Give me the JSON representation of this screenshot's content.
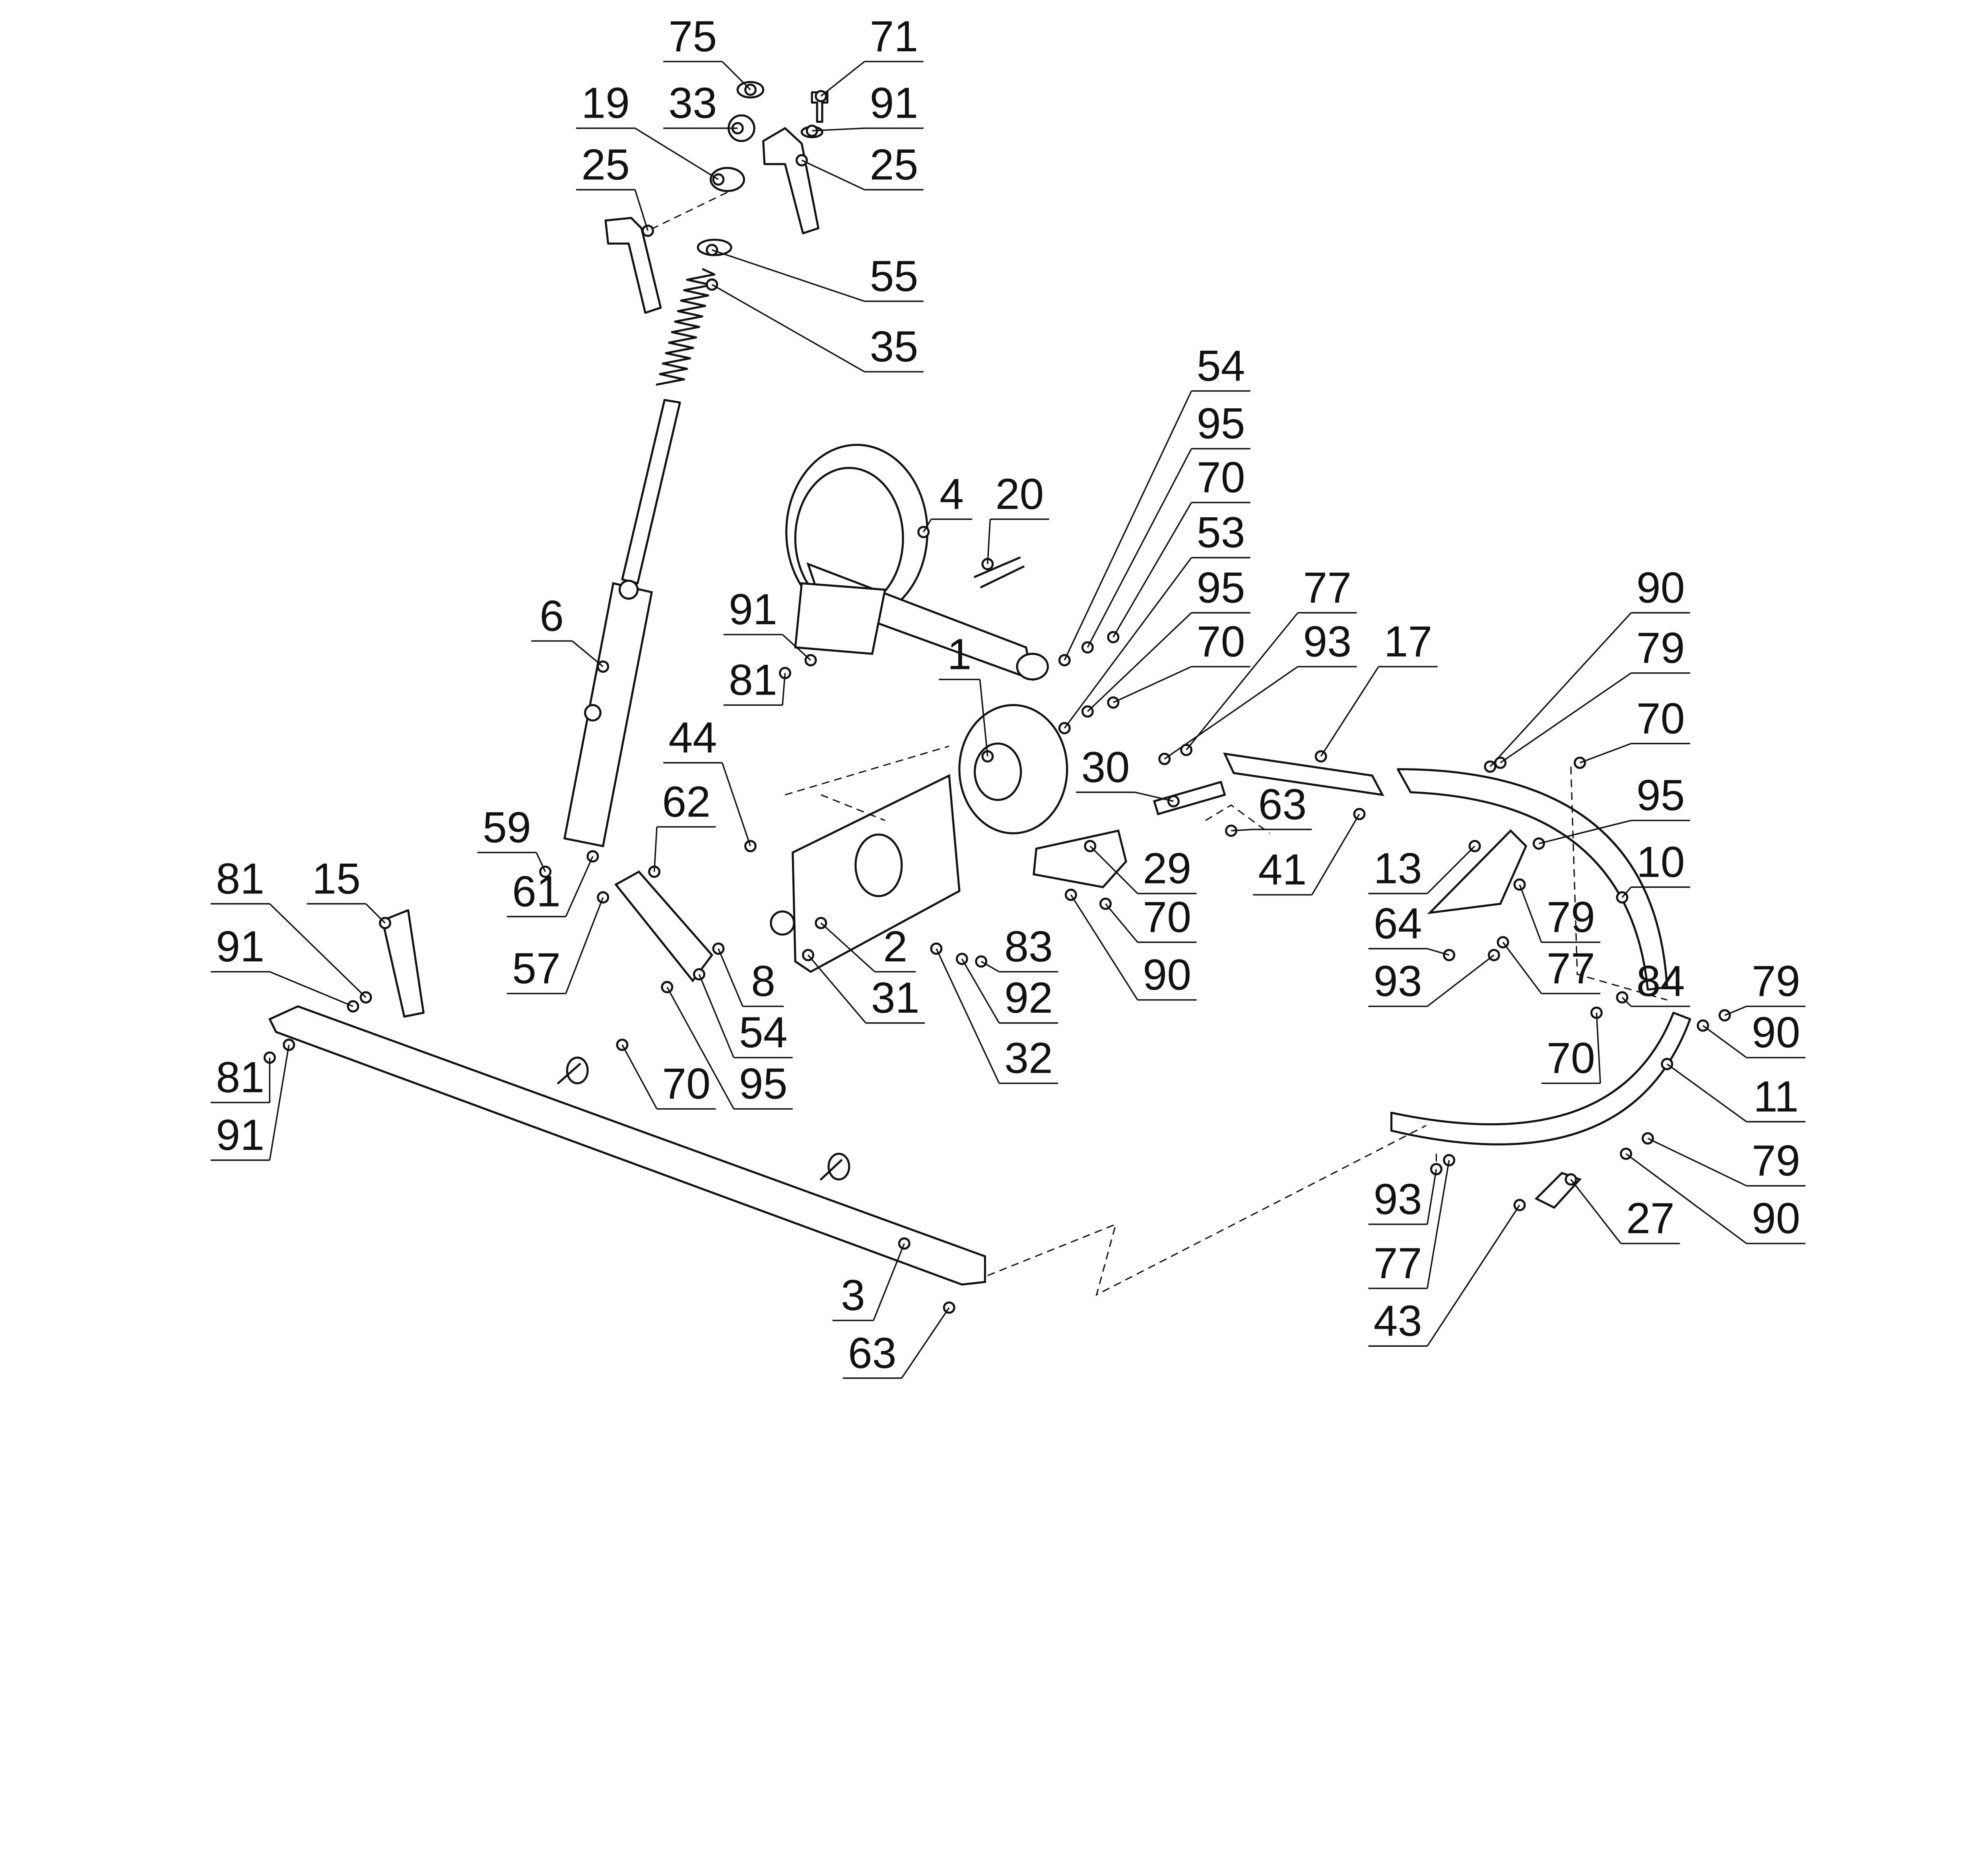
{
  "title": "Exploded parts diagram",
  "labels": [
    {
      "text": "75"
    },
    {
      "text": "71"
    },
    {
      "text": "33"
    },
    {
      "text": "91"
    },
    {
      "text": "19"
    },
    {
      "text": "25"
    },
    {
      "text": "25"
    },
    {
      "text": "55"
    },
    {
      "text": "35"
    },
    {
      "text": "54"
    },
    {
      "text": "95"
    },
    {
      "text": "70"
    },
    {
      "text": "4"
    },
    {
      "text": "20"
    },
    {
      "text": "53"
    },
    {
      "text": "95"
    },
    {
      "text": "77"
    },
    {
      "text": "93"
    },
    {
      "text": "17"
    },
    {
      "text": "70"
    },
    {
      "text": "90"
    },
    {
      "text": "79"
    },
    {
      "text": "70"
    },
    {
      "text": "6"
    },
    {
      "text": "91"
    },
    {
      "text": "81"
    },
    {
      "text": "1"
    },
    {
      "text": "44"
    },
    {
      "text": "62"
    },
    {
      "text": "30"
    },
    {
      "text": "63"
    },
    {
      "text": "95"
    },
    {
      "text": "59"
    },
    {
      "text": "29"
    },
    {
      "text": "41"
    },
    {
      "text": "13"
    },
    {
      "text": "10"
    },
    {
      "text": "81"
    },
    {
      "text": "15"
    },
    {
      "text": "91"
    },
    {
      "text": "61"
    },
    {
      "text": "70"
    },
    {
      "text": "64"
    },
    {
      "text": "57"
    },
    {
      "text": "2"
    },
    {
      "text": "83"
    },
    {
      "text": "79"
    },
    {
      "text": "77"
    },
    {
      "text": "93"
    },
    {
      "text": "90"
    },
    {
      "text": "8"
    },
    {
      "text": "31"
    },
    {
      "text": "92"
    },
    {
      "text": "84"
    },
    {
      "text": "79"
    },
    {
      "text": "54"
    },
    {
      "text": "90"
    },
    {
      "text": "32"
    },
    {
      "text": "70"
    },
    {
      "text": "81"
    },
    {
      "text": "70"
    },
    {
      "text": "95"
    },
    {
      "text": "11"
    },
    {
      "text": "91"
    },
    {
      "text": "79"
    },
    {
      "text": "93"
    },
    {
      "text": "27"
    },
    {
      "text": "90"
    },
    {
      "text": "3"
    },
    {
      "text": "77"
    },
    {
      "text": "43"
    },
    {
      "text": "63"
    }
  ]
}
